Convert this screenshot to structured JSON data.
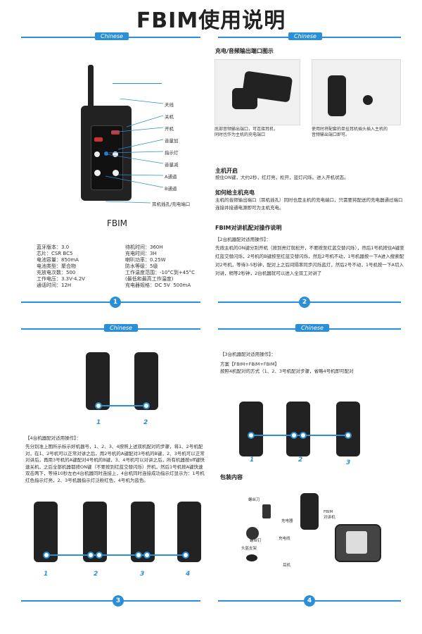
{
  "title": "FBIM使用说明",
  "lang_tab": "Chinese",
  "page1": {
    "product_name": "FBIM",
    "labels": [
      "天线",
      "关机",
      "开机",
      "音量加",
      "指示灯",
      "音量减",
      "A通道",
      "B通道",
      "耳机插孔/充电端口"
    ],
    "spec_left": "蓝牙版本：3.0\n芯片：CSR BC5\n电池容量：850mA\n电池类型：聚合物\n充放电次数：500\n工作电压：3.3V-4.2V\n通话时间：12H",
    "spec_right": "待机时间：360H\n充电时间：3H\n喇叭功率：0.25W\n防水等级：5级\n工作温度范围：-10°C到+45°C\n(最低和最高工作温度)\n充电器规格：DC 5V  500mA",
    "page_number": "1"
  },
  "page2": {
    "charge_heading": "充电/音频输出端口图示",
    "caption_left": "底部音频输出端口，可连接耳机，\n同时也作为主机的充电端口",
    "caption_right": "使用时将配套的单挂耳机插头插入主机的\n音频输出端口即可。",
    "power_heading": "主机开启",
    "power_text": "按住ON键，大约2秒，红灯亮，松开，蓝灯闪烁。进入开机状态。",
    "charge2_heading": "如何给主机充电",
    "charge2_text": "主机的音频输出端口（耳机插孔）同时也是主机的充电端口，只需要将配送的充电器通过端口连接并接通电源即可为主机充电。",
    "pair_heading": "FBIM对讲机配对操作说明",
    "pair_sub": "【2台机器配对适用操作】：",
    "pair_text": "先按主机的ON键分别开机（按到亮灯就松开，不要按至红蓝交替闪烁），然后1号机按住A键至红蓝交替闪烁，2号机的B键按至红蓝交替闪烁，然后2号机不动，1号机器按一下A进入搜索配对2号机，等待3-5秒钟，配对上之后间隔率同步闪烁蓝灯，然后2号不动，1号机按一下A切入对讲，稍等2秒钟，2台机器就可以进入全双工对讲了",
    "page_number": "2"
  },
  "page3": {
    "four_heading": "【4台机器配对适用操作】：",
    "four_text": "先分别准上图所示标示好机器号，1、2、3、4按照上述双机配对的步骤，将1、2号机配对，在1、2号机可以正常对讲之后，用2号机的A键配对3号机的B键，2、3号机可以正常对讲后，再用3号机的A键配对4号机的B键，3、4号机可以对讲之后，所有机器按off键快速关机，之后全部机器都按ON键（不要按到红蓝交替闪烁）开机，然后1号机按A键快速双击两下，等待10秒左右4台机器同时连接上，4台机同时连接成功指示灯显示为：1号机红色指示灯亮，2、3号机器指示灯泛粉红色，4号机为蓝色。",
    "nums_top": [
      "1",
      "2"
    ],
    "nums_bottom": [
      "1",
      "2",
      "3",
      "4"
    ],
    "page_number": "3"
  },
  "page4": {
    "three_heading": "【3台机器配对适用操作】：",
    "three_plan": "方案【FBIM+FBIM+FBIM】",
    "three_text": "按照4机配对的方式（1、2、3号机配对步骤，省略4号机即可配对",
    "nums": [
      "1",
      "2",
      "3"
    ],
    "package_heading": "包装内容",
    "pkg_labels": [
      "螺丝刀",
      "充电器",
      "FBIM\n对讲机",
      "头盔支架",
      "螺丝钉",
      "充电线",
      "耳机"
    ],
    "page_number": "4"
  }
}
